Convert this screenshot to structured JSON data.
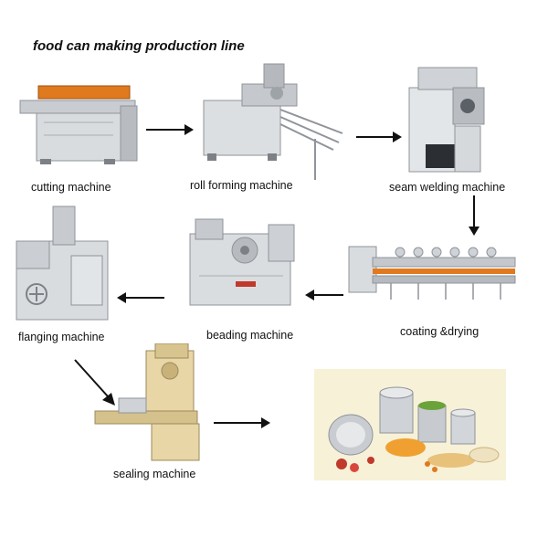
{
  "title": "food can making production line",
  "steps": [
    {
      "label": "cutting machine"
    },
    {
      "label": "roll forming machine"
    },
    {
      "label": "seam welding machine"
    },
    {
      "label": "coating &drying"
    },
    {
      "label": "beading machine"
    },
    {
      "label": "flanging machine"
    },
    {
      "label": "sealing machine"
    }
  ],
  "colors": {
    "machine_body": "#d9dcdf",
    "machine_shadow": "#a9adb2",
    "accent_orange": "#e07a1f",
    "sealing_beige": "#e8d6a6",
    "arrow": "#111111",
    "food_bg": "#f7f1d8"
  }
}
